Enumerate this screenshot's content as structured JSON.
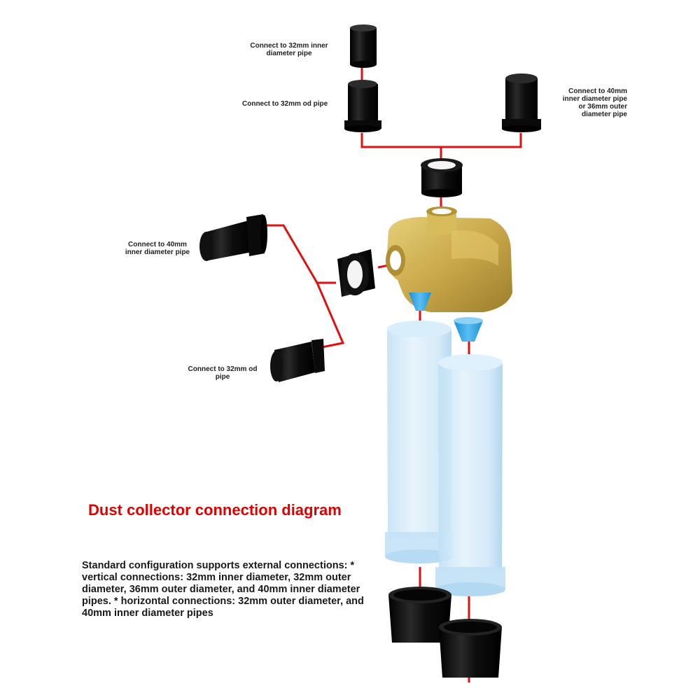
{
  "title": "Dust collector connection diagram",
  "description": "Standard configuration supports external connections: * vertical connections: 32mm inner diameter, 32mm outer diameter, 36mm outer diameter, and 40mm inner diameter pipes. * horizontal connections: 32mm outer diameter, and 40mm inner diameter pipes",
  "labels": {
    "top_32mm_inner": [
      "Connect to 32mm inner",
      "diameter pipe"
    ],
    "top_32mm_od": [
      "Connect to 32mm od pipe"
    ],
    "top_40mm_or_36mm": [
      "Connect to 40mm",
      "inner diameter pipe",
      "or 36mm outer",
      "diameter pipe"
    ],
    "side_40mm_inner": [
      "Connect to 40mm",
      "inner diameter pipe"
    ],
    "side_32mm_od": [
      "Connect to 32mm od",
      "pipe"
    ]
  },
  "colors": {
    "connector_line": "#e01010",
    "title": "#e00000",
    "brass": "#c9a84a",
    "adapter": "#111111",
    "cylinder": "#cfe6f7",
    "funnel": "#3aa7e6"
  }
}
